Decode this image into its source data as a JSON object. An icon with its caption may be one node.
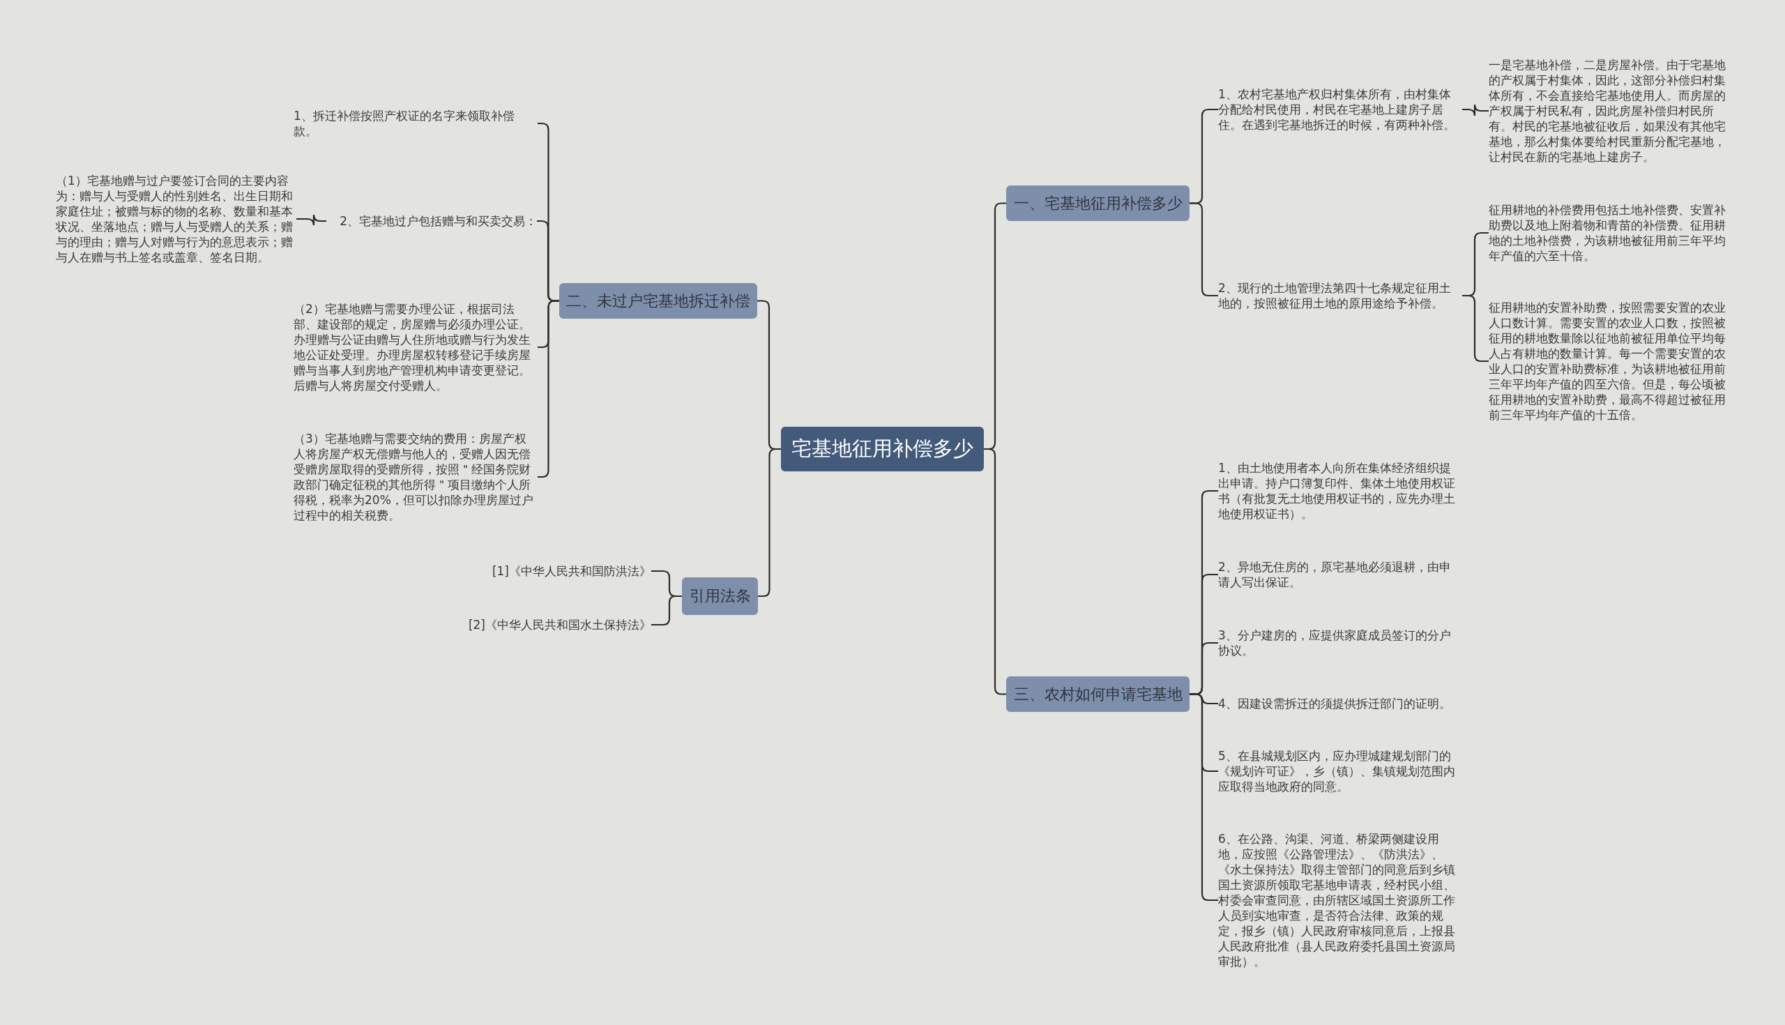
{
  "diagram": {
    "nodes": [
      {
        "text": [
          "宅基地征用补偿多少"
        ]
      },
      {
        "text": [
          "一、宅基地征用补偿多少"
        ]
      },
      {
        "text": [
          "1、农村宅基地产权归村集体所有，由村集体分配给村民使用，村民在宅基地上建房子居住。在遇到宅基地拆迁的时候，有两种补偿。"
        ]
      },
      {
        "text": [
          "一是宅基地补偿，二是房屋补偿。由于宅基地的产权属于村集体，因此，这部分补偿归村集体所有，不会直接给宅基地使用人。而房屋的产权属于村民私有，因此房屋补偿归村民所有。村民的宅基地被征收后，如果没有其他宅基地，那么村集体要给村民重新分配宅基地，让村民在新的宅基地上建房子。"
        ]
      },
      {
        "text": [
          "2、现行的土地管理法第四十七条规定征用土地的，按照被征用土地的原用途给予补偿。"
        ]
      },
      {
        "text": [
          "征用耕地的补偿费用包括土地补偿费、安置补助费以及地上附着物和青苗的补偿费。征用耕地的土地补偿费，为该耕地被征用前三年平均年产值的六至十倍。"
        ]
      },
      {
        "text": [
          "征用耕地的安置补助费，按照需要安置的农业人口数计算。需要安置的农业人口数，按照被征用的耕地数量除以征地前被征用单位平均每人占有耕地的数量计算。每一个需要安置的农业人口的安置补助费标准，为该耕地被征用前三年平均年产值的四至六倍。但是，每公顷被征用耕地的安置补助费，最高不得超过被征用前三年平均年产值的十五倍。"
        ]
      },
      {
        "text": [
          "三、农村如何申请宅基地"
        ]
      },
      {
        "text": [
          "1、由土地使用者本人向所在集体经济组织提出申请。持户口簿复印件、集体土地使用权证书（有批复无土地使用权证书的，应先办理土地使用权证书）。"
        ]
      },
      {
        "text": [
          "2、异地无住房的，原宅基地必须退耕，由申请人写出保证。"
        ]
      },
      {
        "text": [
          "3、分户建房的，应提供家庭成员签订的分户协议。"
        ]
      },
      {
        "text": [
          "4、因建设需拆迁的须提供拆迁部门的证明。"
        ]
      },
      {
        "text": [
          "5、在县城规划区内，应办理城建规划部门的《规划许可证》，乡（镇）、集镇规划范围内应取得当地政府的同意。"
        ]
      },
      {
        "text": [
          "6、在公路、沟渠、河道、桥梁两侧建设用地，应按照《公路管理法》、《防洪法》、《水土保持法》取得主管部门的同意后到乡镇国土资源所领取宅基地申请表，经村民小组、村委会审查同意，由所辖区域国土资源所工作人员到实地审查，是否符合法律、政策的规定，报乡（镇）人民政府审核同意后，上报县人民政府批准（县人民政府委托县国土资源局审批）。"
        ]
      },
      {
        "text": [
          "二、未过户宅基地拆迁补偿"
        ]
      },
      {
        "text": [
          "1、拆迁补偿按照产权证的名字来领取补偿款。"
        ]
      },
      {
        "text": [
          "2、宅基地过户包括赠与和买卖交易："
        ]
      },
      {
        "text": [
          "（1）宅基地赠与过户要签订合同的主要内容为：赠与人与受赠人的性别姓名、出生日期和家庭住址；被赠与标的物的名称、数量和基本状况、坐落地点；赠与人与受赠人的关系；赠与的理由；赠与人对赠与行为的意思表示；赠与人在赠与书上签名或盖章、签名日期。"
        ]
      },
      {
        "text": [
          "（2）宅基地赠与需要办理公证，根据司法部、建设部的规定，房屋赠与必须办理公证。办理赠与公证由赠与人住所地或赠与行为发生地公证处受理。办理房屋权转移登记手续房屋赠与当事人到房地产管理机构申请变更登记。后赠与人将房屋交付受赠人。"
        ]
      },
      {
        "text": [
          "（3）宅基地赠与需要交纳的费用：房屋产权人将房屋产权无偿赠与他人的，受赠人因无偿受赠房屋取得的受赠所得，按照＂经国务院财政部门确定征税的其他所得＂项目缴纳个人所得税，税率为20%，但可以扣除办理房屋过户过程中的相关税费。"
        ]
      },
      {
        "text": [
          "引用法条"
        ]
      },
      {
        "text": [
          "[1]《中华人民共和国防洪法》"
        ]
      },
      {
        "text": [
          "[2]《中华人民共和国水土保持法》"
        ]
      }
    ],
    "edges": [
      {
        "from": 0,
        "to": 1,
        "arrow": "none"
      },
      {
        "from": 0,
        "to": 7,
        "arrow": "none"
      },
      {
        "from": 0,
        "to": 14,
        "arrow": "none"
      },
      {
        "from": 0,
        "to": 20,
        "arrow": "none"
      },
      {
        "from": 1,
        "to": 2,
        "arrow": "none"
      },
      {
        "from": 1,
        "to": 4,
        "arrow": "none"
      },
      {
        "from": 2,
        "to": 3,
        "arrow": "none"
      },
      {
        "from": 4,
        "to": 5,
        "arrow": "none"
      },
      {
        "from": 4,
        "to": 6,
        "arrow": "none"
      },
      {
        "from": 7,
        "to": 8,
        "arrow": "none"
      },
      {
        "from": 7,
        "to": 9,
        "arrow": "none"
      },
      {
        "from": 7,
        "to": 10,
        "arrow": "none"
      },
      {
        "from": 7,
        "to": 11,
        "arrow": "none"
      },
      {
        "from": 7,
        "to": 12,
        "arrow": "none"
      },
      {
        "from": 7,
        "to": 13,
        "arrow": "none"
      },
      {
        "from": 14,
        "to": 15,
        "arrow": "none"
      },
      {
        "from": 14,
        "to": 16,
        "arrow": "none"
      },
      {
        "from": 14,
        "to": 18,
        "arrow": "none"
      },
      {
        "from": 14,
        "to": 19,
        "arrow": "none"
      },
      {
        "from": 16,
        "to": 17,
        "arrow": "none"
      },
      {
        "from": 20,
        "to": 21,
        "arrow": "none"
      },
      {
        "from": 20,
        "to": 22,
        "arrow": "none"
      }
    ]
  }
}
